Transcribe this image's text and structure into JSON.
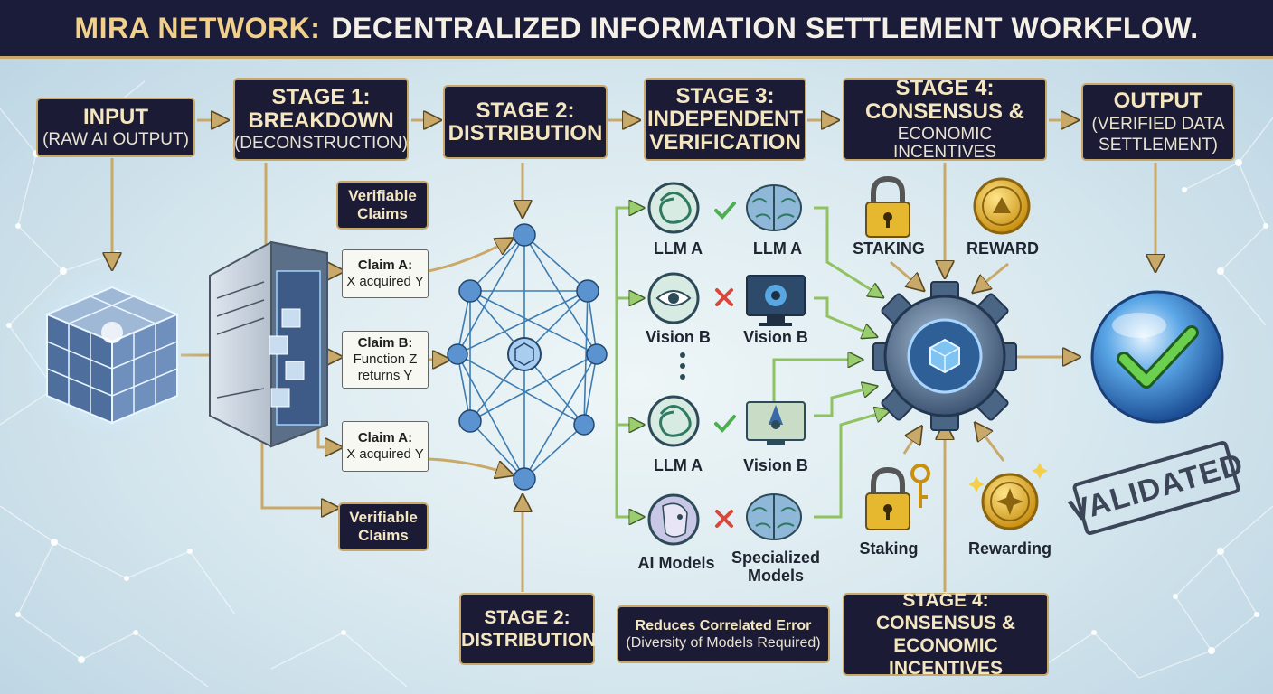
{
  "title": {
    "part1": "MIRA NETWORK:",
    "part2": "DECENTRALIZED INFORMATION SETTLEMENT WORKFLOW."
  },
  "stages": {
    "input": {
      "heading": "INPUT",
      "sub": "(RAW AI OUTPUT)"
    },
    "breakdown": {
      "heading": "STAGE 1:",
      "heading2": "BREAKDOWN",
      "sub": "(DECONSTRUCTION)"
    },
    "distribution": {
      "heading": "STAGE 2:",
      "heading2": "DISTRIBUTION"
    },
    "verification": {
      "heading": "STAGE 3:",
      "heading2": "INDEPENDENT",
      "heading3": "VERIFICATION"
    },
    "consensus": {
      "heading": "STAGE 4:",
      "heading2": "CONSENSUS &",
      "sub": "ECONOMIC INCENTIVES"
    },
    "output": {
      "heading": "OUTPUT",
      "sub": "(VERIFIED DATA",
      "sub2": "SETTLEMENT)"
    }
  },
  "callouts": {
    "verifiable_top": {
      "line1": "Verifiable",
      "line2": "Claims"
    },
    "verifiable_bottom": {
      "line1": "Verifiable",
      "line2": "Claims"
    },
    "stage2_bottom": {
      "line1": "STAGE 2:",
      "line2": "DISTRIBUTION"
    },
    "correlated": {
      "line1": "Reduces Correlated Error",
      "line2": "(Diversity of Models Required)"
    },
    "stage4_bottom": {
      "line1": "STAGE 4:",
      "line2": "CONSENSUS &",
      "line3": "ECONOMIC INCENTIVES"
    }
  },
  "claims": [
    {
      "title": "Claim A:",
      "body1": "X acquired Y",
      "body2": ""
    },
    {
      "title": "Claim B:",
      "body1": "Function Z",
      "body2": "returns Y"
    },
    {
      "title": "Claim A:",
      "body1": "X acquired Y",
      "body2": ""
    }
  ],
  "models": {
    "row1_left": "LLM A",
    "row1_right": "LLM A",
    "row2_left": "Vision B",
    "row2_right": "Vision B",
    "row3_left": "LLM A",
    "row3_right": "Vision B",
    "row4_left": "AI Models",
    "row4_right_1": "Specialized",
    "row4_right_2": "Models"
  },
  "incentives": {
    "staking_top": "STAKING",
    "reward_top": "REWARD",
    "staking_bottom": "Staking",
    "reward_bottom": "Rewarding"
  },
  "stamp": "VALIDATED",
  "colors": {
    "title_bg": "#1b1b3a",
    "box_bg": "#1b1b36",
    "gold": "#c9a96a",
    "title_gold": "#f0d08a",
    "check_green": "#4caf50",
    "cross_red": "#d9473c",
    "node_blue": "#4f86c6"
  },
  "icons": [
    "data-cube-icon",
    "server-icon",
    "network-graph-icon",
    "llm-knot-icon",
    "brain-chip-icon",
    "eye-icon",
    "monitor-icon",
    "robot-head-icon",
    "lock-icon",
    "coin-icon",
    "gear-icon",
    "globe-check-icon",
    "check-icon",
    "cross-icon",
    "key-icon"
  ]
}
